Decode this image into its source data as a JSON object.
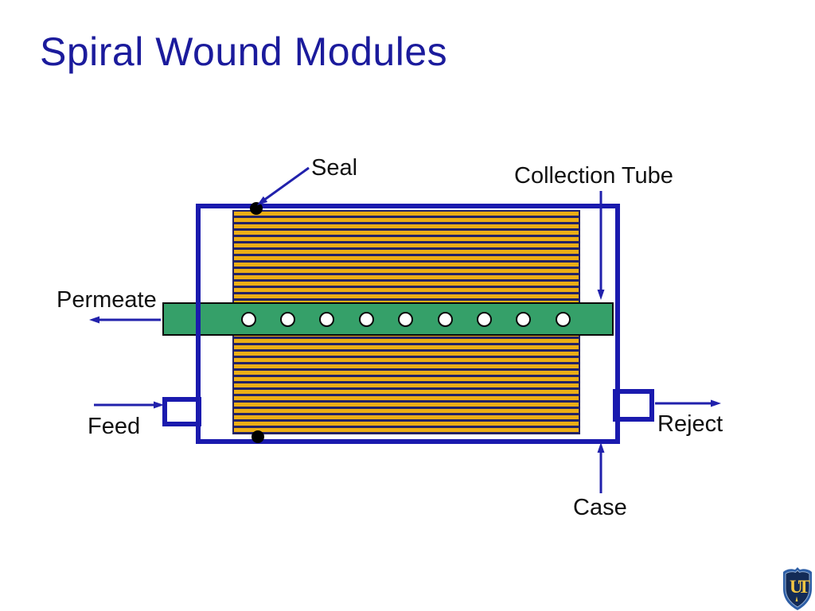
{
  "slide": {
    "title": "Spiral Wound Modules",
    "title_color": "#1b1b9c",
    "background": "#ffffff"
  },
  "diagram": {
    "labels": {
      "seal": "Seal",
      "collection_tube": "Collection Tube",
      "permeate": "Permeate",
      "feed": "Feed",
      "reject": "Reject",
      "case": "Case"
    },
    "colors": {
      "case_border": "#1a1aae",
      "membrane_gold": "#ecae15",
      "membrane_line": "#232266",
      "tube_green": "#35a069",
      "hole_fill": "#ffffff",
      "seal_dot": "#000000",
      "arrow_blue": "#2121ac",
      "label_text": "#111111"
    },
    "tube": {
      "hole_count": 9
    },
    "seal_dot_count": 2
  },
  "logo": {
    "text": "UT",
    "shield_border": "#2e5fa6",
    "shield_fill": "#132b56",
    "letter_color": "#f2c643"
  }
}
